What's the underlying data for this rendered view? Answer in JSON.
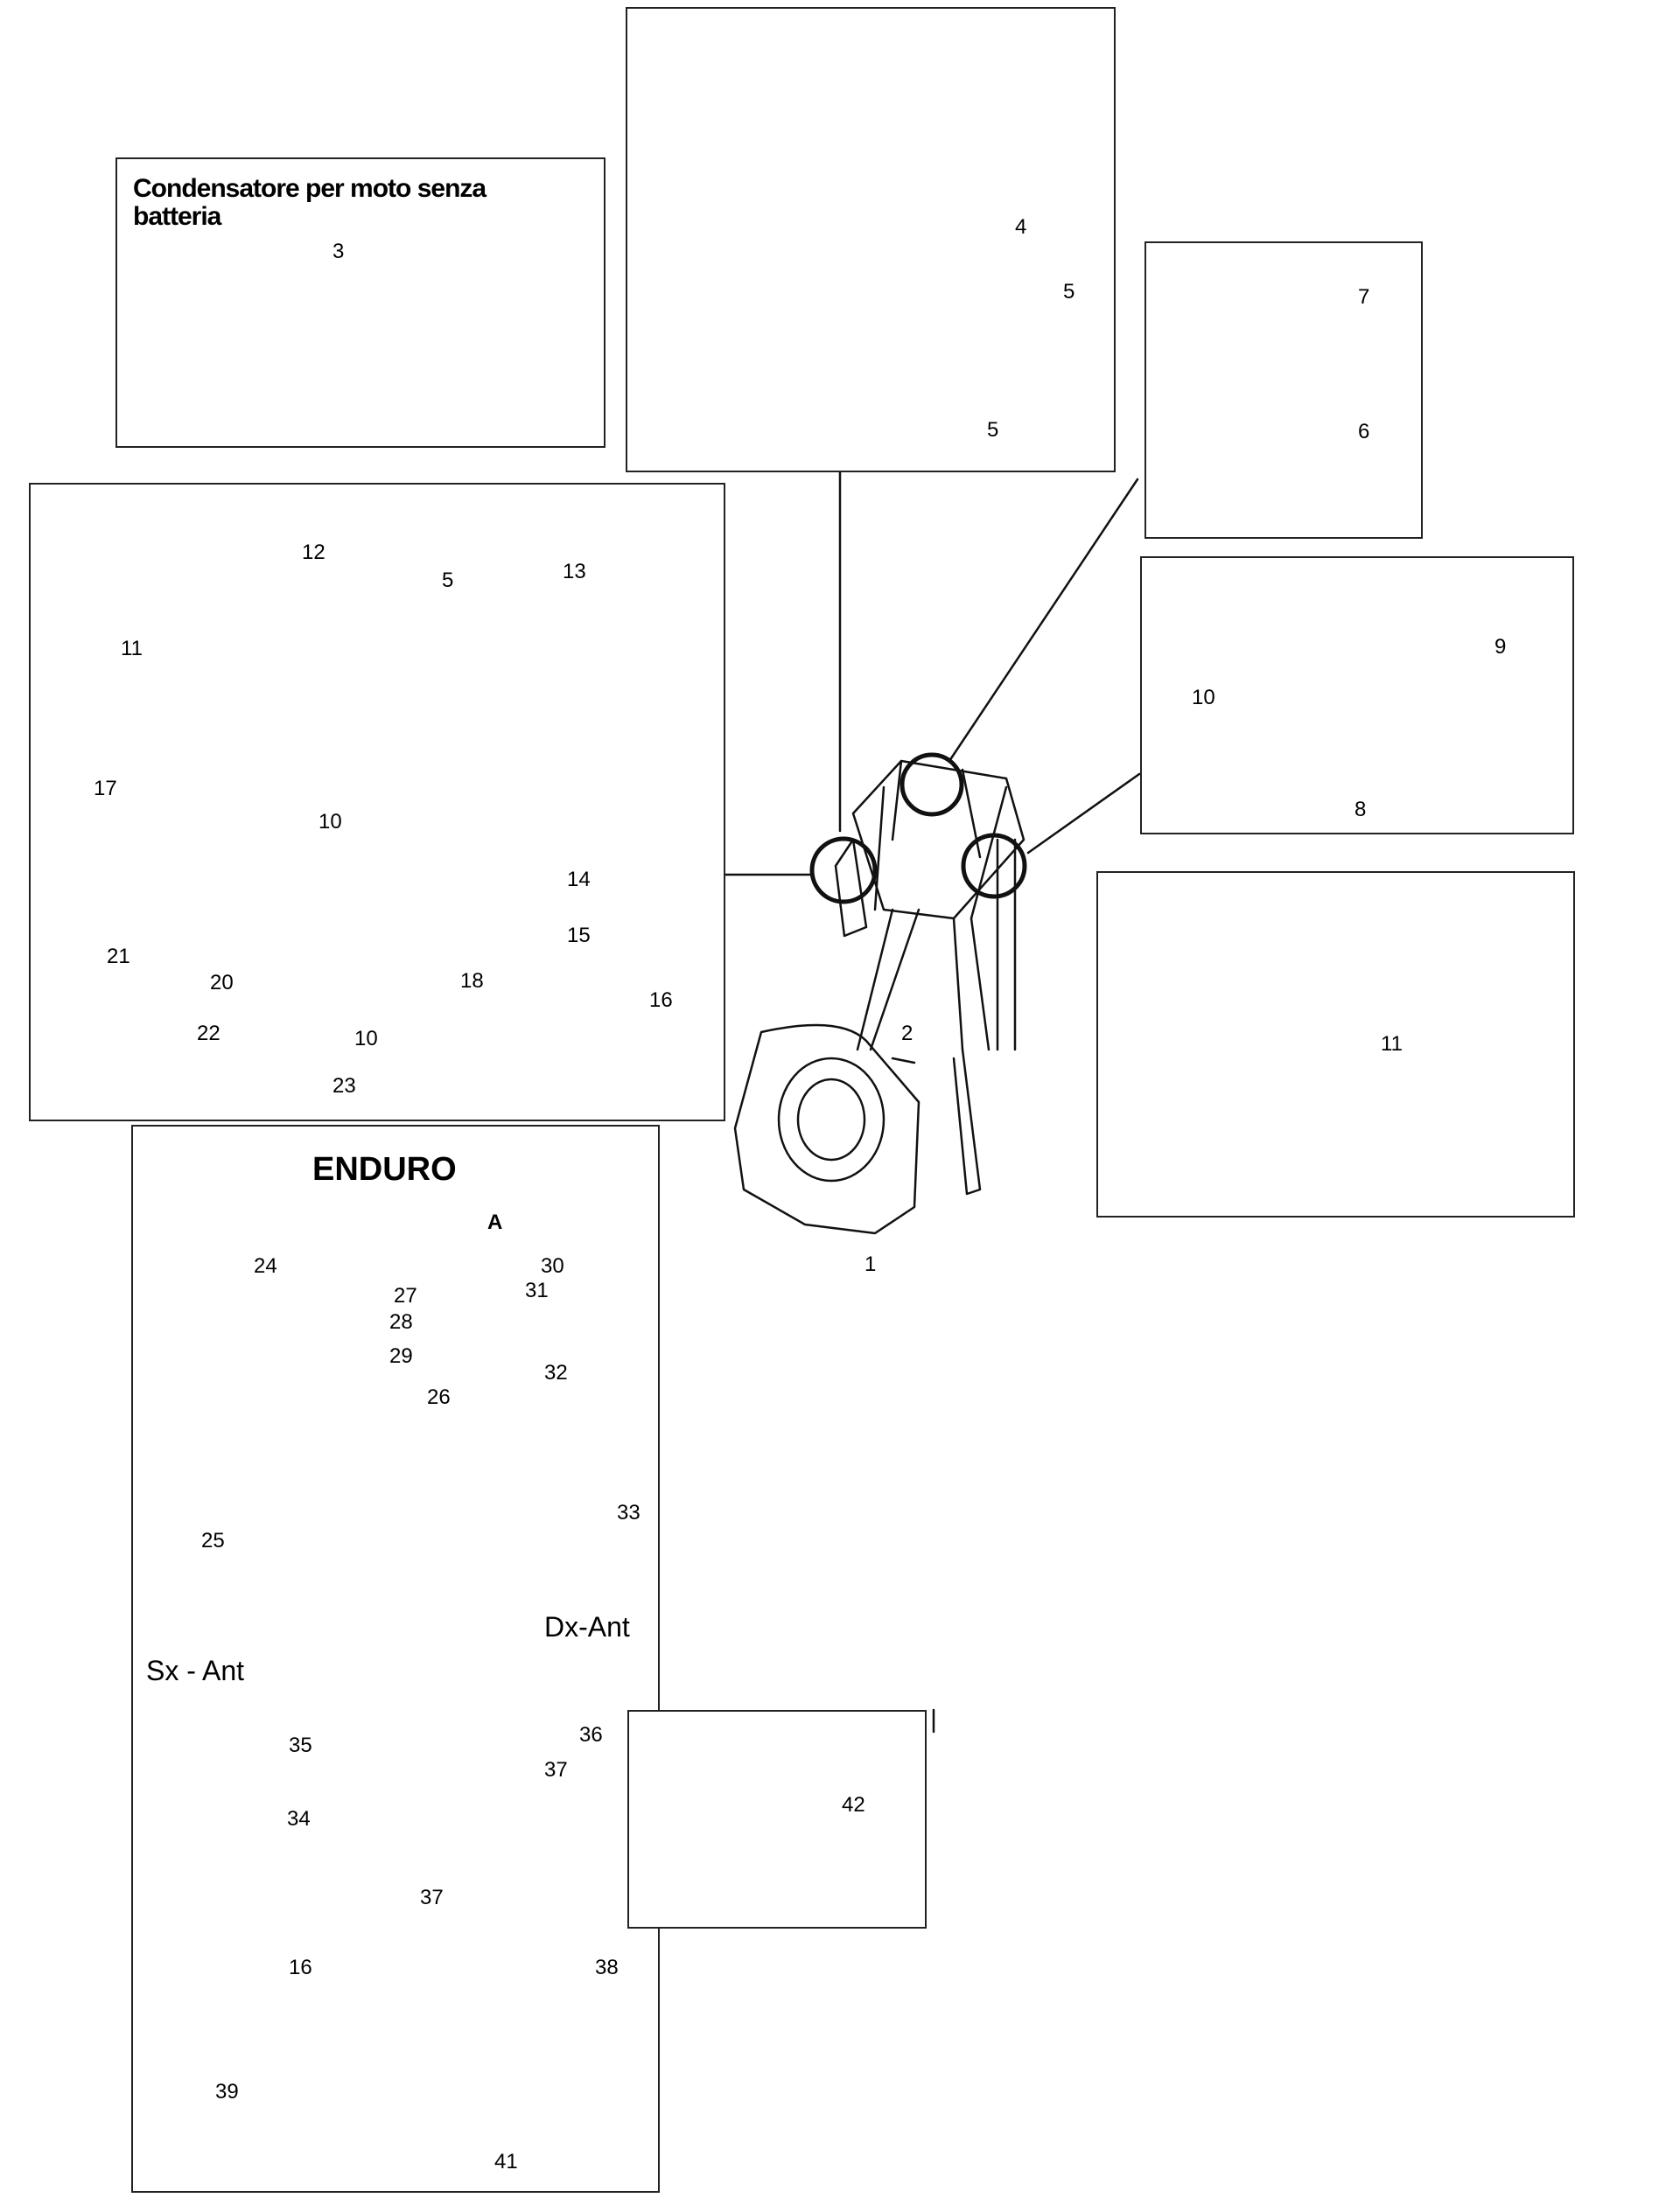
{
  "panels": {
    "capacitor": {
      "title": "Condensatore per moto senza batteria",
      "parts": [
        "3"
      ]
    },
    "ecu": {
      "parts": [
        "4",
        "5",
        "5"
      ]
    },
    "bracket": {
      "parts": [
        "7",
        "6"
      ]
    },
    "left_main": {
      "parts": [
        "12",
        "5",
        "13",
        "11",
        "10",
        "17",
        "14",
        "15",
        "21",
        "20",
        "16",
        "18",
        "22",
        "10",
        "23"
      ]
    },
    "regulator": {
      "parts": [
        "9",
        "10",
        "8"
      ]
    },
    "harness": {
      "parts": [
        "11"
      ]
    },
    "enduro": {
      "title": "ENDURO",
      "group_label": "A",
      "side_left": "Sx - Ant",
      "side_right": "Dx-Ant",
      "parts": [
        "24",
        "30",
        "27",
        "31",
        "28",
        "29",
        "32",
        "26",
        "25",
        "33",
        "35",
        "36",
        "37",
        "34",
        "37",
        "16",
        "38",
        "39",
        "41"
      ]
    },
    "switch": {
      "parts": [
        "42"
      ]
    }
  },
  "frame_parts": [
    "2",
    "1"
  ]
}
